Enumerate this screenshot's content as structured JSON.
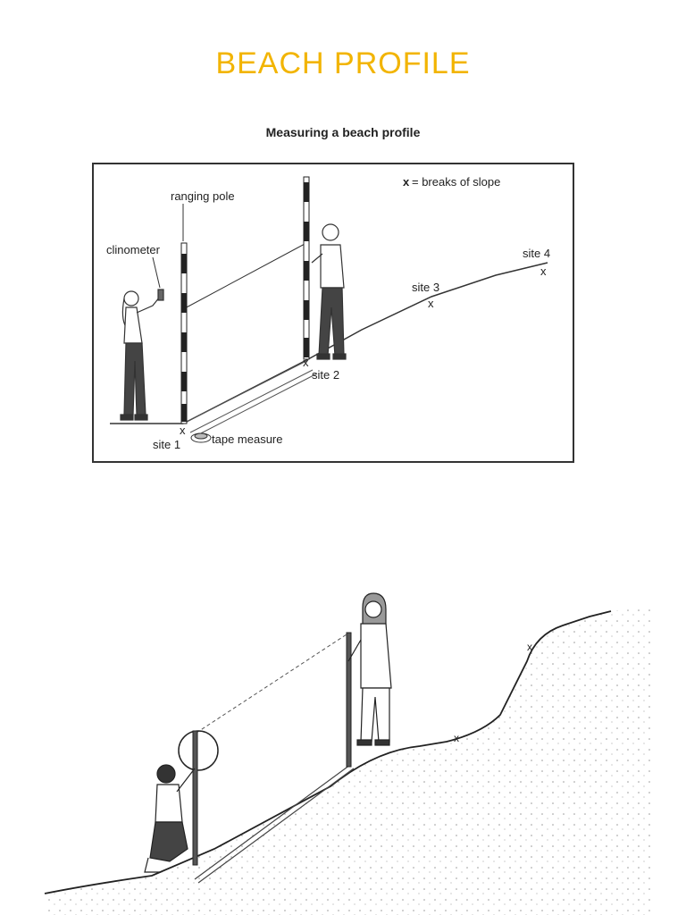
{
  "page": {
    "title": "BEACH  PROFILE"
  },
  "diagram1": {
    "title": "Measuring a beach profile",
    "legend": {
      "symbol": "x",
      "text": "= breaks of slope"
    },
    "labels": {
      "ranging_pole": "ranging pole",
      "clinometer": "clinometer",
      "site1": "site 1",
      "site2": "site 2",
      "site3": "site 3",
      "site4": "site 4",
      "tape_measure": "tape measure"
    },
    "marker": "x"
  }
}
